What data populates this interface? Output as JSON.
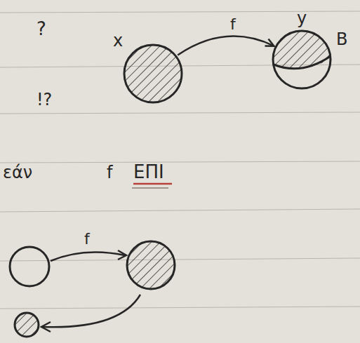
{
  "diagram": {
    "nodes": [
      {
        "text": [
          "x"
        ]
      },
      {
        "text": [
          "y",
          "B"
        ]
      }
    ],
    "edges": [
      {
        "from": 0,
        "to": 1,
        "label": "f",
        "arrow": "to"
      }
    ],
    "labels": [
      "?",
      "!?",
      "εάν",
      "f",
      "ΕΠΙ",
      "f"
    ]
  }
}
